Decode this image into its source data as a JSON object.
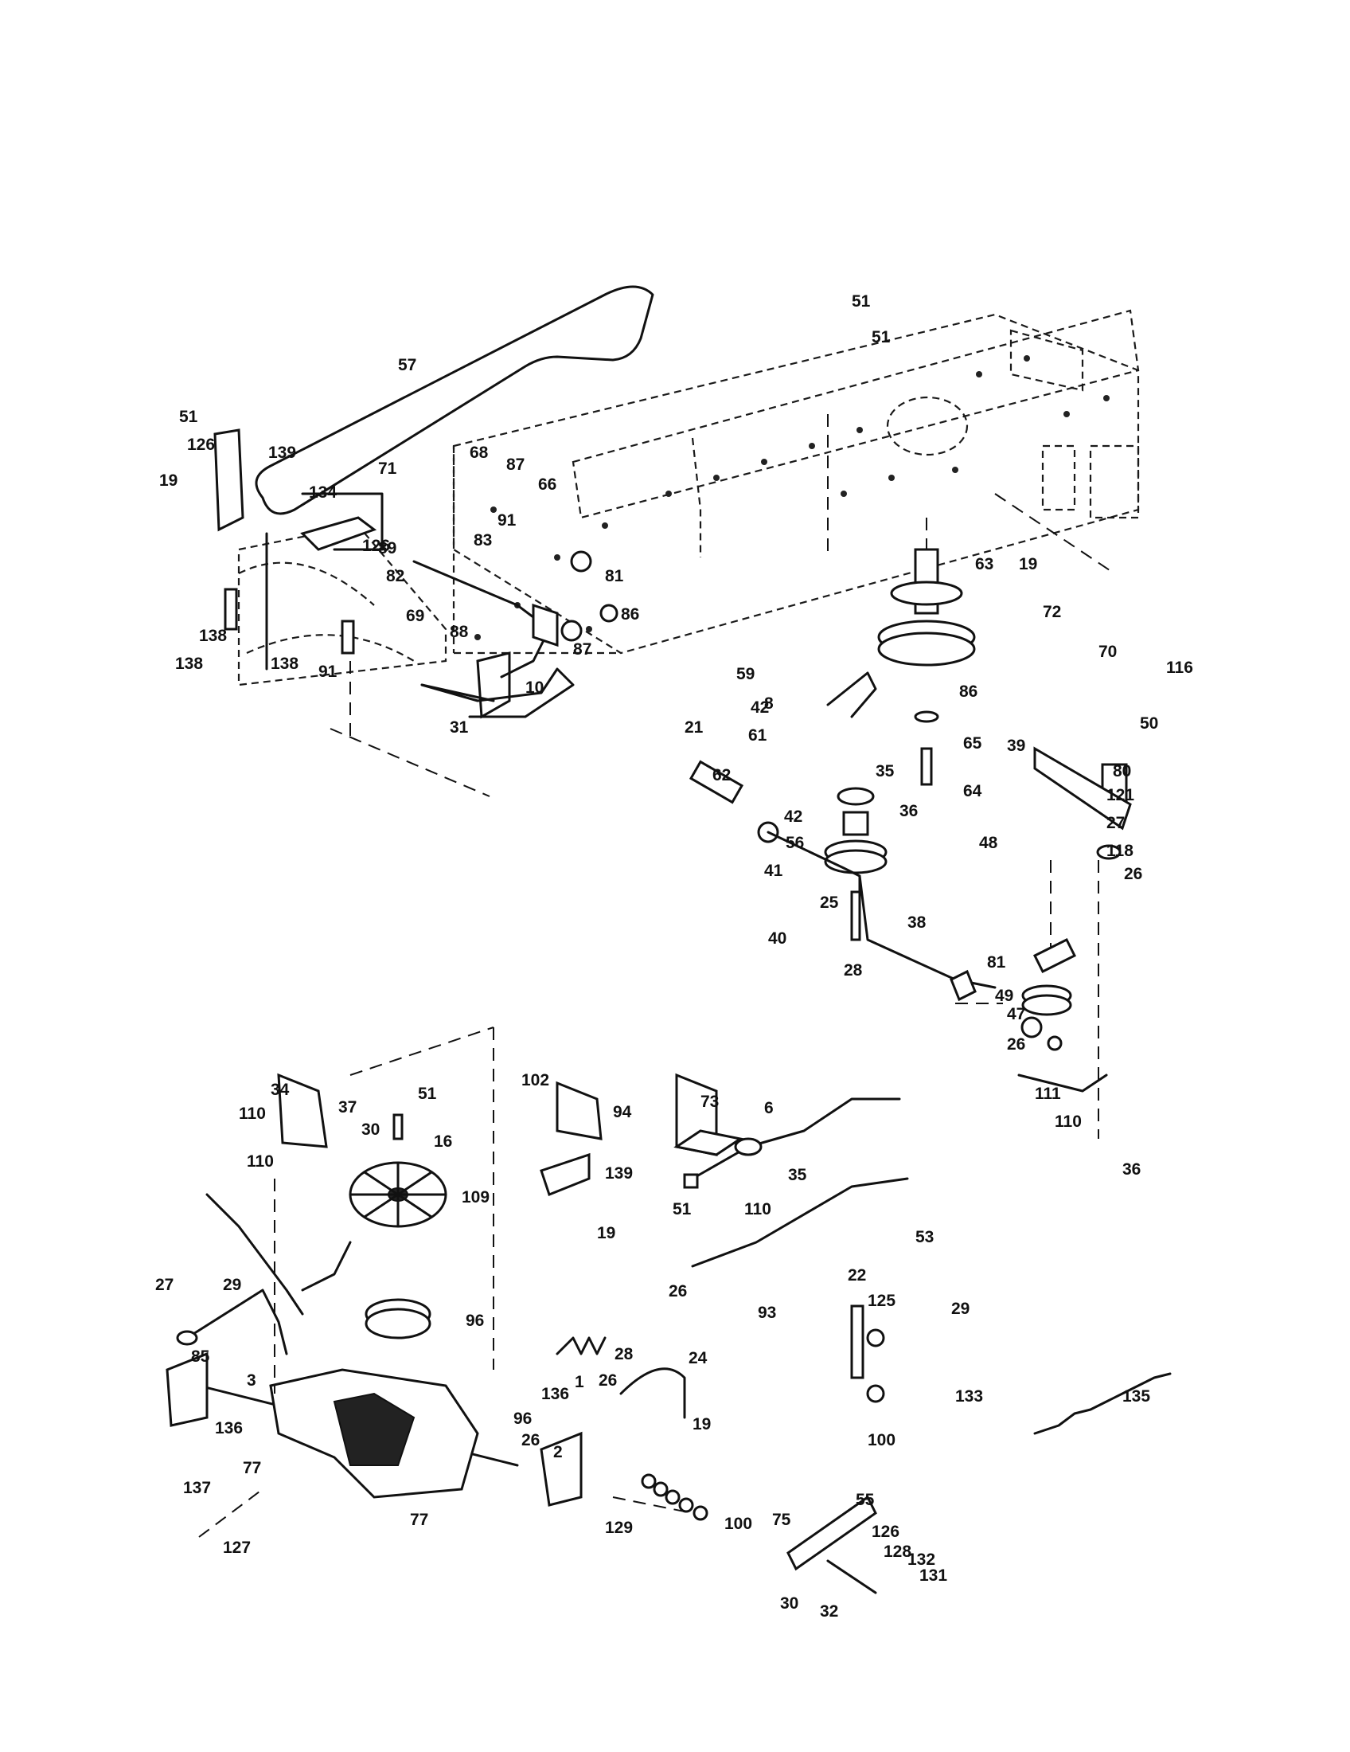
{
  "diagram": {
    "type": "exploded-parts-diagram",
    "callouts": [
      "51",
      "51",
      "57",
      "68",
      "87",
      "66",
      "89",
      "69",
      "31",
      "63",
      "19",
      "72",
      "70",
      "116",
      "59",
      "42",
      "61",
      "86",
      "65",
      "64",
      "42",
      "56",
      "41",
      "25",
      "40",
      "38",
      "28",
      "39",
      "50",
      "80",
      "121",
      "48",
      "27",
      "118",
      "26",
      "81",
      "49",
      "47",
      "26",
      "51",
      "126",
      "139",
      "19",
      "71",
      "134",
      "126",
      "138",
      "138",
      "138",
      "91",
      "91",
      "83",
      "82",
      "81",
      "86",
      "88",
      "87",
      "10",
      "21",
      "8",
      "62",
      "35",
      "36",
      "34",
      "37",
      "110",
      "30",
      "110",
      "51",
      "16",
      "109",
      "102",
      "94",
      "139",
      "19",
      "73",
      "6",
      "51",
      "110",
      "111",
      "110",
      "36",
      "35",
      "53",
      "29",
      "26",
      "27",
      "29",
      "96",
      "85",
      "3",
      "136",
      "77",
      "137",
      "127",
      "96",
      "26",
      "2",
      "77",
      "136",
      "1",
      "26",
      "28",
      "19",
      "24",
      "93",
      "22",
      "125",
      "133",
      "100",
      "129",
      "100",
      "135",
      "75",
      "55",
      "126",
      "128",
      "132",
      "131",
      "30",
      "32",
      "100",
      "129"
    ]
  }
}
